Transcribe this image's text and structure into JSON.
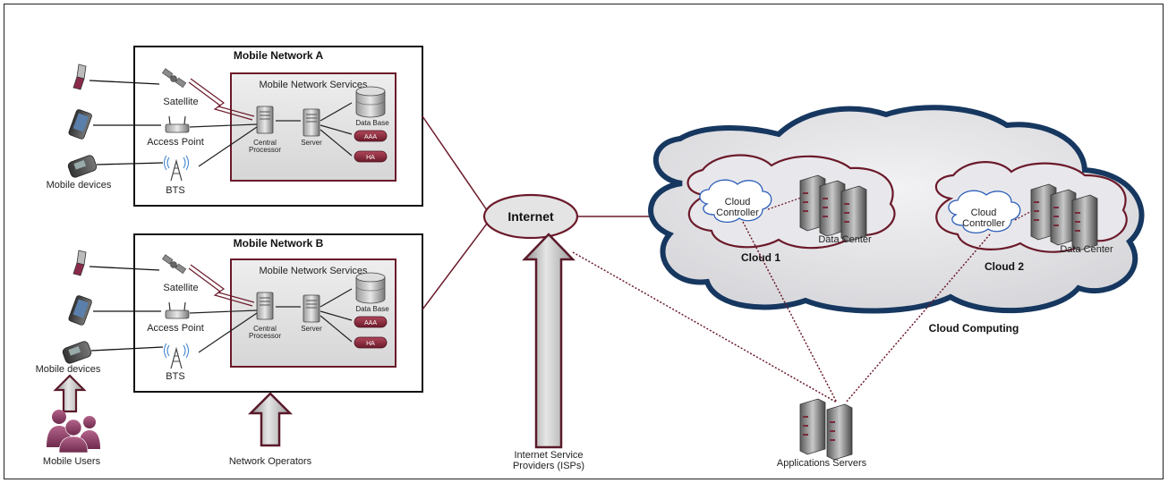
{
  "network_a": {
    "title": "Mobile Network A",
    "services_title": "Mobile Network Services",
    "satellite": "Satellite",
    "access_point": "Access Point",
    "bts": "BTS",
    "central_processor_1": "Central",
    "central_processor_2": "Processor",
    "server": "Server",
    "database": "Data Base",
    "aaa": "AAA",
    "ha": "HA"
  },
  "network_b": {
    "title": "Mobile Network B",
    "services_title": "Mobile Network Services",
    "satellite": "Satellite",
    "access_point": "Access Point",
    "bts": "BTS",
    "central_processor_1": "Central",
    "central_processor_2": "Processor",
    "server": "Server",
    "database": "Data Base",
    "aaa": "AAA",
    "ha": "HA"
  },
  "devices": {
    "mobile_devices_a": "Mobile devices",
    "mobile_devices_b": "Mobile devices",
    "mobile_users": "Mobile Users",
    "network_operators": "Network Operators"
  },
  "internet": {
    "label": "Internet",
    "isp_line1": "Internet Service",
    "isp_line2": "Providers (ISPs)"
  },
  "cloud": {
    "controller_1_line1": "Cloud",
    "controller_1_line2": "Controller",
    "controller_2_line1": "Cloud",
    "controller_2_line2": "Controller",
    "data_center_1": "Data Center",
    "data_center_2": "Data Center",
    "cloud_1": "Cloud 1",
    "cloud_2": "Cloud 2",
    "cloud_computing": "Cloud Computing"
  },
  "apps": {
    "label": "Applications Servers"
  },
  "colors": {
    "maroon": "#6b1a2a",
    "navy": "#16375f",
    "cloud_fill": "#e2e2e6",
    "arrow_fill": "#b9b9b9"
  }
}
